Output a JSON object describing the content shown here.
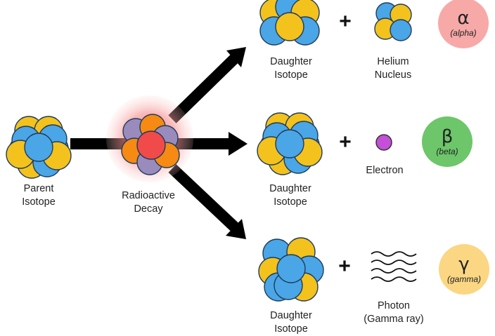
{
  "colors": {
    "blue": "#4aa6e6",
    "yellow": "#f4c21c",
    "orange": "#f68a12",
    "purple": "#9a8bbd",
    "red": "#f04a4a",
    "electron": "#c44fd8",
    "alpha_badge": "#f7a9a8",
    "beta_badge": "#6dc66a",
    "gamma_badge": "#fbd783",
    "arrow": "#000000"
  },
  "labels": {
    "parent": [
      "Parent",
      "Isotope"
    ],
    "decay": [
      "Radioactive",
      "Decay"
    ],
    "daughter": [
      "Daughter",
      "Isotope"
    ],
    "helium": [
      "Helium",
      "Nucleus"
    ],
    "electron": "Electron",
    "photon": [
      "Photon",
      "(Gamma ray)"
    ],
    "plus": "+"
  },
  "badges": {
    "alpha": {
      "symbol": "α",
      "name": "(alpha)"
    },
    "beta": {
      "symbol": "β",
      "name": "(beta)"
    },
    "gamma": {
      "symbol": "γ",
      "name": "(gamma)"
    }
  }
}
